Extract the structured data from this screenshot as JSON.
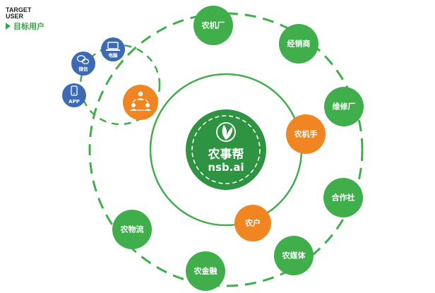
{
  "header": {
    "title_en_1": "TARGET",
    "title_en_2": "USER",
    "title_zh": "目标用户"
  },
  "colors": {
    "green": "#3fae4b",
    "dark_green": "#2f9442",
    "orange": "#f08521",
    "blue": "#3c6ab5",
    "white": "#ffffff"
  },
  "center": {
    "name": "农事帮",
    "domain": "nsb.ai"
  },
  "inner_nodes": [
    {
      "label": "农机手"
    },
    {
      "label": "农户"
    }
  ],
  "outer_nodes": [
    {
      "label": "农机厂"
    },
    {
      "label": "经销商"
    },
    {
      "label": "维修厂"
    },
    {
      "label": "合作社"
    },
    {
      "label": "农媒体"
    },
    {
      "label": "农金融"
    },
    {
      "label": "农物流"
    }
  ],
  "channels": {
    "icon": "people-network-icon",
    "items": [
      {
        "label": "电脑",
        "icon": "laptop-icon"
      },
      {
        "label": "微信",
        "icon": "wechat-icon"
      },
      {
        "label": "APP",
        "icon": "phone-icon"
      }
    ]
  }
}
